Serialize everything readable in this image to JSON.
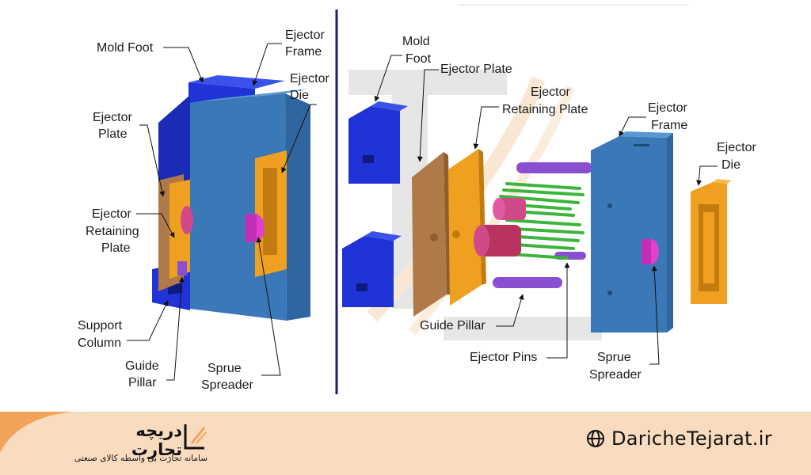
{
  "diagram": {
    "left_assembly": {
      "labels": {
        "mold_foot": "Mold Foot",
        "ejector_frame": [
          "Ejector",
          "Frame"
        ],
        "ejector_die": [
          "Ejector",
          "Die"
        ],
        "ejector_plate": [
          "Ejector",
          "Plate"
        ],
        "ejector_retaining_plate": [
          "Ejector",
          "Retaining",
          "Plate"
        ],
        "support_column": [
          "Support",
          "Column"
        ],
        "guide_pillar": [
          "Guide",
          "Pillar"
        ],
        "sprue_spreader": [
          "Sprue",
          "Spreader"
        ]
      }
    },
    "exploded_view": {
      "labels": {
        "mold_foot": [
          "Mold",
          "Foot"
        ],
        "ejector_plate": "Ejector Plate",
        "ejector_retaining_plate": [
          "Ejector",
          "Retaining Plate"
        ],
        "ejector_frame": [
          "Ejector",
          "Frame"
        ],
        "ejector_die": [
          "Ejector",
          "Die"
        ],
        "guide_pillar": "Guide Pillar",
        "ejector_pins": "Ejector Pins",
        "sprue_spreader": [
          "Sprue",
          "Spreader"
        ]
      }
    },
    "colors": {
      "mold_foot": "#1f33d6",
      "frame": "#3a78b8",
      "ejector_plate": "#b07a48",
      "retaining_plate": "#f0a020",
      "ejector_die": "#f0a020",
      "guide_pillar": "#8a4fd0",
      "ejector_pins": "#3cb53c",
      "sprue_spreader": "#e040d0",
      "divider": "#1a1f6e"
    }
  },
  "footer": {
    "brand_name": "دریچه تجارت",
    "brand_tagline": "سامانه تجارت بی واسطه کالای صنعتی",
    "website": "DaricheTejarat.ir",
    "globe_icon": "globe-icon",
    "accent_color": "#f2a35a"
  }
}
